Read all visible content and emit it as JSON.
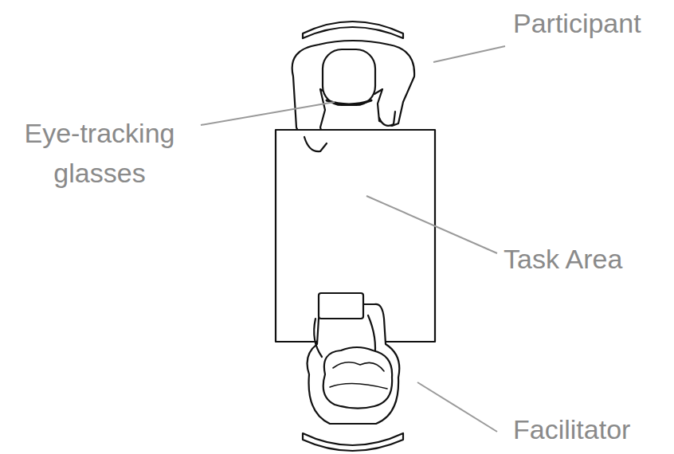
{
  "diagram": {
    "labels": [
      "Participant",
      "Eye-tracking glasses",
      "Task Area",
      "Facilitator"
    ]
  }
}
